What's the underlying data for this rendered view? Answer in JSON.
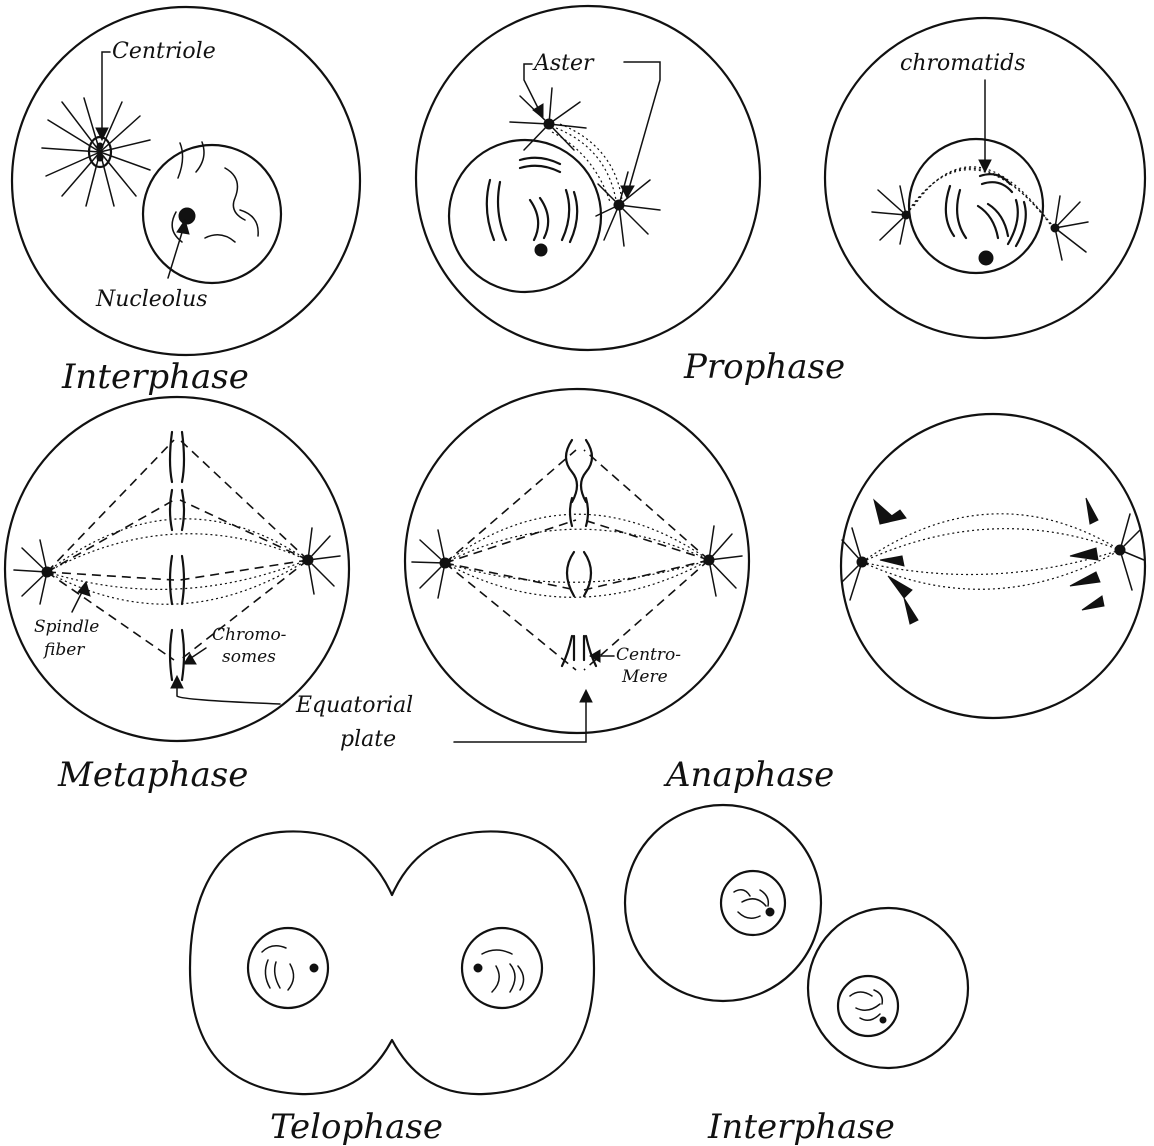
{
  "labels": {
    "centriole": "Centriole",
    "nucleolus": "Nucleolus",
    "aster": "Aster",
    "chromatids": "chromatids",
    "spindle_fiber_1": "Spindle",
    "spindle_fiber_2": "fiber",
    "chromosomes_1": "Chromo-",
    "chromosomes_2": "somes",
    "equatorial_1": "Equatorial",
    "equatorial_2": "plate",
    "centromere_1": "Centro-",
    "centromere_2": "Mere"
  },
  "stages": {
    "interphase_top": "Interphase",
    "prophase": "Prophase",
    "metaphase": "Metaphase",
    "anaphase": "Anaphase",
    "telophase": "Telophase",
    "interphase_bottom": "Interphase"
  }
}
